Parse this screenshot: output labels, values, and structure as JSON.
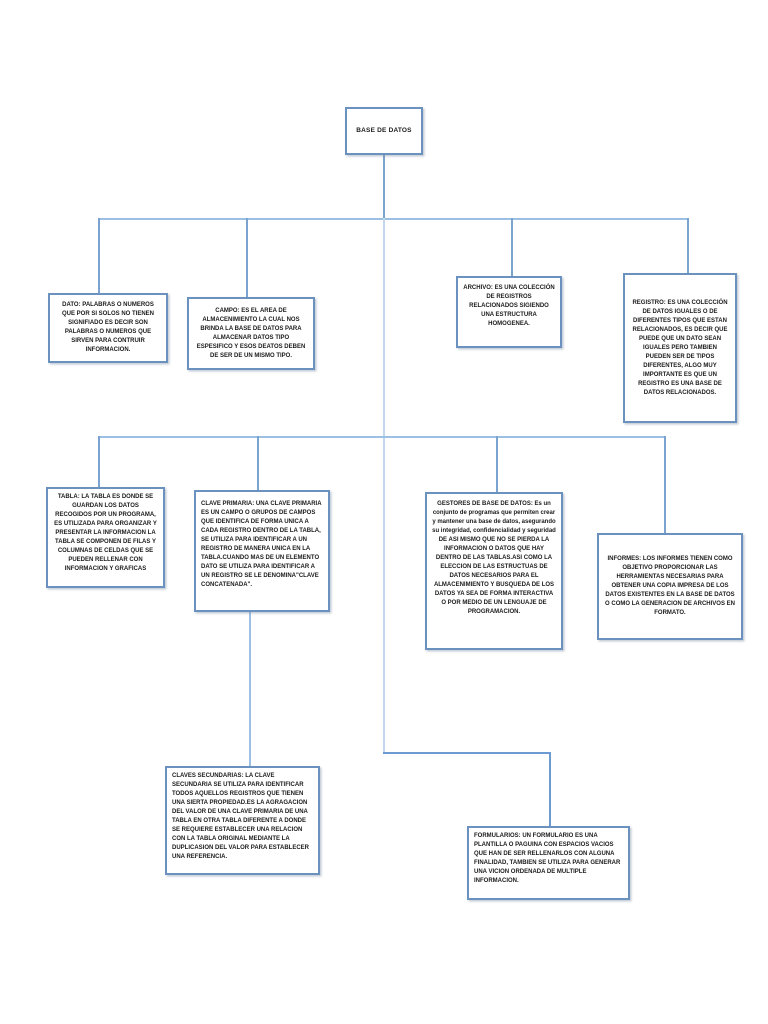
{
  "diagram": {
    "title": "BASE DE DATOS",
    "colors": {
      "border": "#6b92bf",
      "connector_main": "#9bc0e3",
      "connector_drop": "#7ba3cf",
      "connector_trunk": "#c3d8ee",
      "connector_low": "#6b9bd2",
      "text": "#1b1b1b"
    },
    "nodes": {
      "root": {
        "label": "BASE DE DATOS"
      },
      "dato": {
        "label": "DATO: PALABRAS O NUMEROS QUE POR SI SOLOS NO TIENEN SIGNIFIADO ES DECIR SON PALABRAS O NUMEROS QUE SIRVEN PARA CONTRUIR INFORMACION."
      },
      "campo": {
        "label": "CAMPO: ES EL AREA DE ALMACENIMIENTO LA CUAL NOS BRINDA LA BASE DE DATOS PARA ALMACENAR DATOS TIPO ESPESIFICO Y ESOS DEATOS DEBEN DE SER DE UN MISMO TIPO."
      },
      "archivo": {
        "label": "ARCHIVO: ES UNA COLECCIÓN DE REGISTROS RELACIONADOS SIGIENDO UNA ESTRUCTURA HOMOGENEA."
      },
      "registro": {
        "label": "REGISTRO: ES UNA COLECCIÓN DE DATOS IGUALES O DE DIFERENTES TIPOS QUE ESTAN RELACIONADOS, ES DECIR QUE PUEDE QUE UN DATO SEAN IGUALES PERO TAMBIEN PUEDEN SER DE TIPOS DIFERENTES, ALGO MUY IMPORTANTE ES QUE UN REGISTRO ES UNA BASE DE DATOS RELACIONADOS."
      },
      "tabla": {
        "label": "TABLA: LA TABLA ES DONDE SE GUARDAN LOS DATOS RECOGIDOS POR UN PROGRAMA, ES UTILIZADA PARA ORGANIZAR Y PRESENTAR LA INFORMACION LA TABLA SE COMPONEN DE FILAS Y COLUMNAS DE CELDAS QUE SE PUEDEN RELLENAR CON INFORMACION Y GRAFICAS"
      },
      "clave_primaria": {
        "label": "CLAVE PRIMARIA: UNA CLAVE PRIMARIA ES UN CAMPO O GRUPOS DE CAMPOS QUE IDENTIFICA DE FORMA UNICA A CADA REGISTRO DENTRO DE LA TABLA, SE UTILIZA PARA IDENTIFICAR A UN REGISTRO DE MANERA UNICA EN LA TABLA.CUANDO MAS DE UN ELEMENTO DATO SE UTILIZA PARA IDENTIFICAR A UN REGISTRO SE LE DENOMINA\"CLAVE CONCATENADA\"."
      },
      "gestores": {
        "label": "GESTORES DE BASE DE DATOS: Es un conjunto de programas que permiten crear y mantener una base de datos, asegurando su integridad, confidencialidad y seguridad DE ASI MISMO QUE NO SE PIERDA LA INFORMACION O DATOS QUE HAY DENTRO DE LAS TABLAS.ASI COMO LA ELECCION DE LAS ESTRUCTUAS DE DATOS NECESARIOS PARA EL ALMACENIMIENTO Y BUSQUEDA DE LOS DATOS YA SEA DE FORMA INTERACTIVA O POR MEDIO DE UN LENGUAJE DE PROGRAMACION."
      },
      "informes": {
        "label": "INFORMES: LOS INFORMES TIENEN COMO OBJETIVO PROPORCIONAR LAS HERRAMIENTAS NECESARIAS PARA OBTENER UNA COPIA IMPRESA DE LOS DATOS EXISTENTES EN LA BASE DE DATOS O COMO LA GENERACION DE ARCHIVOS EN FORMATO."
      },
      "claves_secundarias": {
        "label": "CLAVES SECUNDARIAS: LA CLAVE SECUNDARIA SE UTILIZA PARA IDENTIFICAR TODOS AQUELLOS REGISTROS QUE TIENEN UNA SIERTA PROPIEDAD.ES LA AGRAGACION DEL VALOR DE UNA CLAVE PRIMARIA DE UNA TABLA EN OTRA TABLA DIFERENTE A DONDE SE REQUIERE ESTABLECER UNA RELACION CON LA TABLA ORIGINAL MEDIANTE LA DUPLICASION DEL VALOR PARA ESTABLECER UNA REFERENCIA."
      },
      "formularios": {
        "label": "FORMULARIOS: UN FORMULARIO ES UNA PLANTILLA O PAGUINA CON ESPACIOS VACIOS QUE HAN DE SER RELLENARLOS CON ALGUNA FINALIDAD, TAMBIEN SE UTILIZA PARA GENERAR UNA VICION ORDENADA DE MULTIPLE INFORMACION."
      }
    },
    "edges": [
      {
        "from": "root",
        "to": "dato"
      },
      {
        "from": "root",
        "to": "campo"
      },
      {
        "from": "root",
        "to": "archivo"
      },
      {
        "from": "root",
        "to": "registro"
      },
      {
        "from": "root",
        "to": "tabla"
      },
      {
        "from": "root",
        "to": "clave_primaria"
      },
      {
        "from": "root",
        "to": "gestores"
      },
      {
        "from": "root",
        "to": "informes"
      },
      {
        "from": "root",
        "to": "formularios"
      },
      {
        "from": "clave_primaria",
        "to": "claves_secundarias"
      }
    ]
  }
}
